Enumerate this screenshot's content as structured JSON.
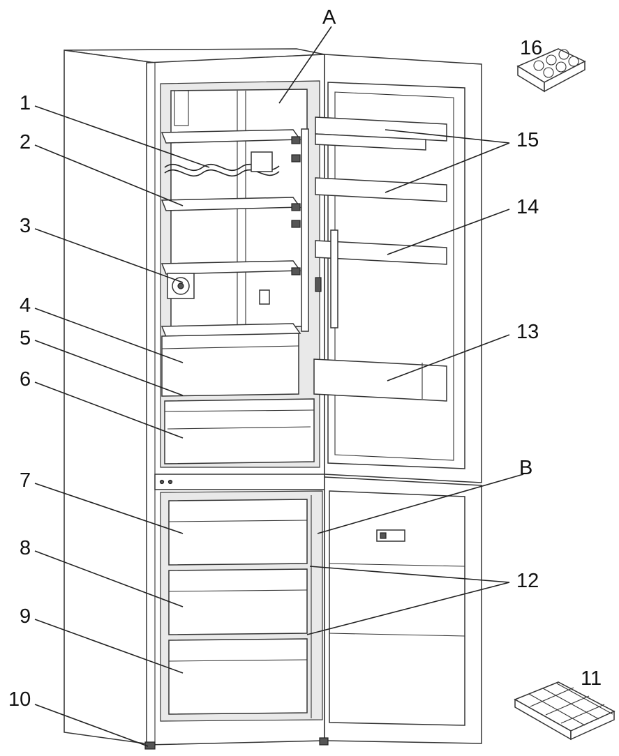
{
  "callouts": [
    {
      "id": "A",
      "text": "A"
    },
    {
      "id": "B",
      "text": "B"
    },
    {
      "id": "1",
      "text": "1"
    },
    {
      "id": "2",
      "text": "2"
    },
    {
      "id": "3",
      "text": "3"
    },
    {
      "id": "4",
      "text": "4"
    },
    {
      "id": "5",
      "text": "5"
    },
    {
      "id": "6",
      "text": "6"
    },
    {
      "id": "7",
      "text": "7"
    },
    {
      "id": "8",
      "text": "8"
    },
    {
      "id": "9",
      "text": "9"
    },
    {
      "id": "10",
      "text": "10"
    },
    {
      "id": "11",
      "text": "11"
    },
    {
      "id": "12",
      "text": "12"
    },
    {
      "id": "13",
      "text": "13"
    },
    {
      "id": "14",
      "text": "14"
    },
    {
      "id": "15",
      "text": "15"
    },
    {
      "id": "16",
      "text": "16"
    }
  ],
  "colors": {
    "line": "#222222",
    "panel": "#e9e9e9",
    "background": "#ffffff"
  }
}
